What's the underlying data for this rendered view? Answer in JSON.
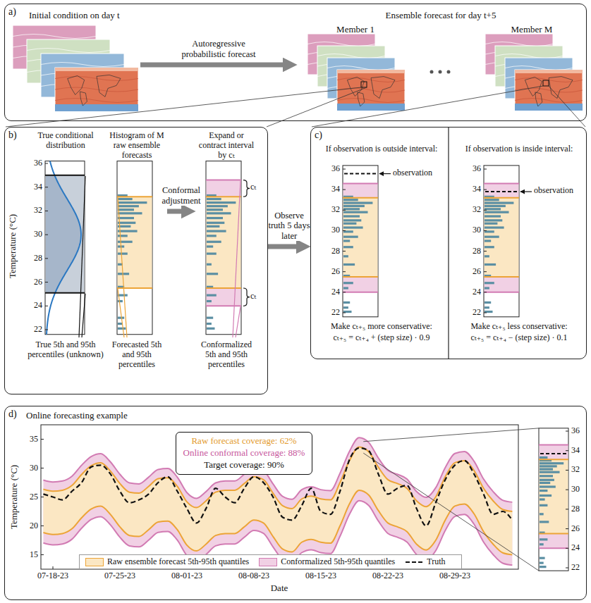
{
  "diagram": {
    "nodes": [
      {
        "text": [
          "a)"
        ]
      },
      {
        "text": [
          "Initial condition on day t"
        ],
        "in": 0
      },
      {
        "text": [
          "Ensemble forecast for day t+5"
        ],
        "in": 0
      },
      {
        "text": [
          "Member 1"
        ],
        "in": 2
      },
      {
        "text": [
          "Member M"
        ],
        "in": 2
      },
      {
        "text": [
          "b)"
        ]
      },
      {
        "text": [
          "True conditional distribution",
          "True 5th and 95th percentiles (unknown)"
        ],
        "in": 5
      },
      {
        "text": [
          "Histogram of M raw ensemble forecasts",
          "Forecasted 5th and 95th percentiles"
        ],
        "in": 5
      },
      {
        "text": [
          "Expand or contract interval by cₜ",
          "Conformalized 5th and 95th percentiles"
        ],
        "in": 5
      },
      {
        "text": [
          "c)"
        ]
      },
      {
        "text": [
          "If observation is outside interval:",
          "Make cₜ₊₅ more conservative:",
          "cₜ₊₅ = cₜ₊₄ + (step size) · 0.9"
        ],
        "in": 9
      },
      {
        "text": [
          "If observation is inside interval:",
          "Make cₜ₊₅ less conservative:",
          "cₜ₊₅ = cₜ₊₄ − (step size) · 0.1"
        ],
        "in": 9
      },
      {
        "text": [
          "d)",
          "Online forecasting example"
        ]
      },
      {
        "text": [
          "Raw forecast coverage: 62%",
          "Online conformal coverage: 88%",
          "Target coverage: 90%"
        ],
        "in": 12
      }
    ],
    "edges": [
      {
        "from": 1,
        "to": 2,
        "arrow": "to",
        "label": "Autoregressive probabilistic forecast"
      },
      {
        "from": 7,
        "to": 8,
        "arrow": "to",
        "label": "Conformal adjustment"
      },
      {
        "from": 5,
        "to": 9,
        "arrow": "to",
        "label": "Observe truth 5 days later"
      }
    ],
    "labels": [
      "22",
      "24",
      "26",
      "28",
      "30",
      "32",
      "34",
      "36",
      "Temperature (°C)",
      "cₜ",
      "cₜ",
      "22",
      "24",
      "26",
      "28",
      "30",
      "32",
      "34",
      "36",
      "observation",
      "22",
      "24",
      "26",
      "28",
      "30",
      "32",
      "34",
      "36",
      "observation",
      "15",
      "20",
      "25",
      "30",
      "35",
      "07-18-23",
      "07-25-23",
      "08-01-23",
      "08-08-23",
      "08-15-23",
      "08-22-23",
      "08-29-23",
      "Date",
      "Temperature (°C)",
      "22",
      "24",
      "26",
      "28",
      "30",
      "32",
      "34",
      "36"
    ],
    "legend": [
      {
        "text": "Raw ensemble forecast 5th-95th quantiles",
        "color": "#fbe7c3"
      },
      {
        "text": "Conformalized 5th-95th quantiles",
        "color": "#f1d0e4"
      },
      {
        "text": "Truth"
      }
    ]
  }
}
